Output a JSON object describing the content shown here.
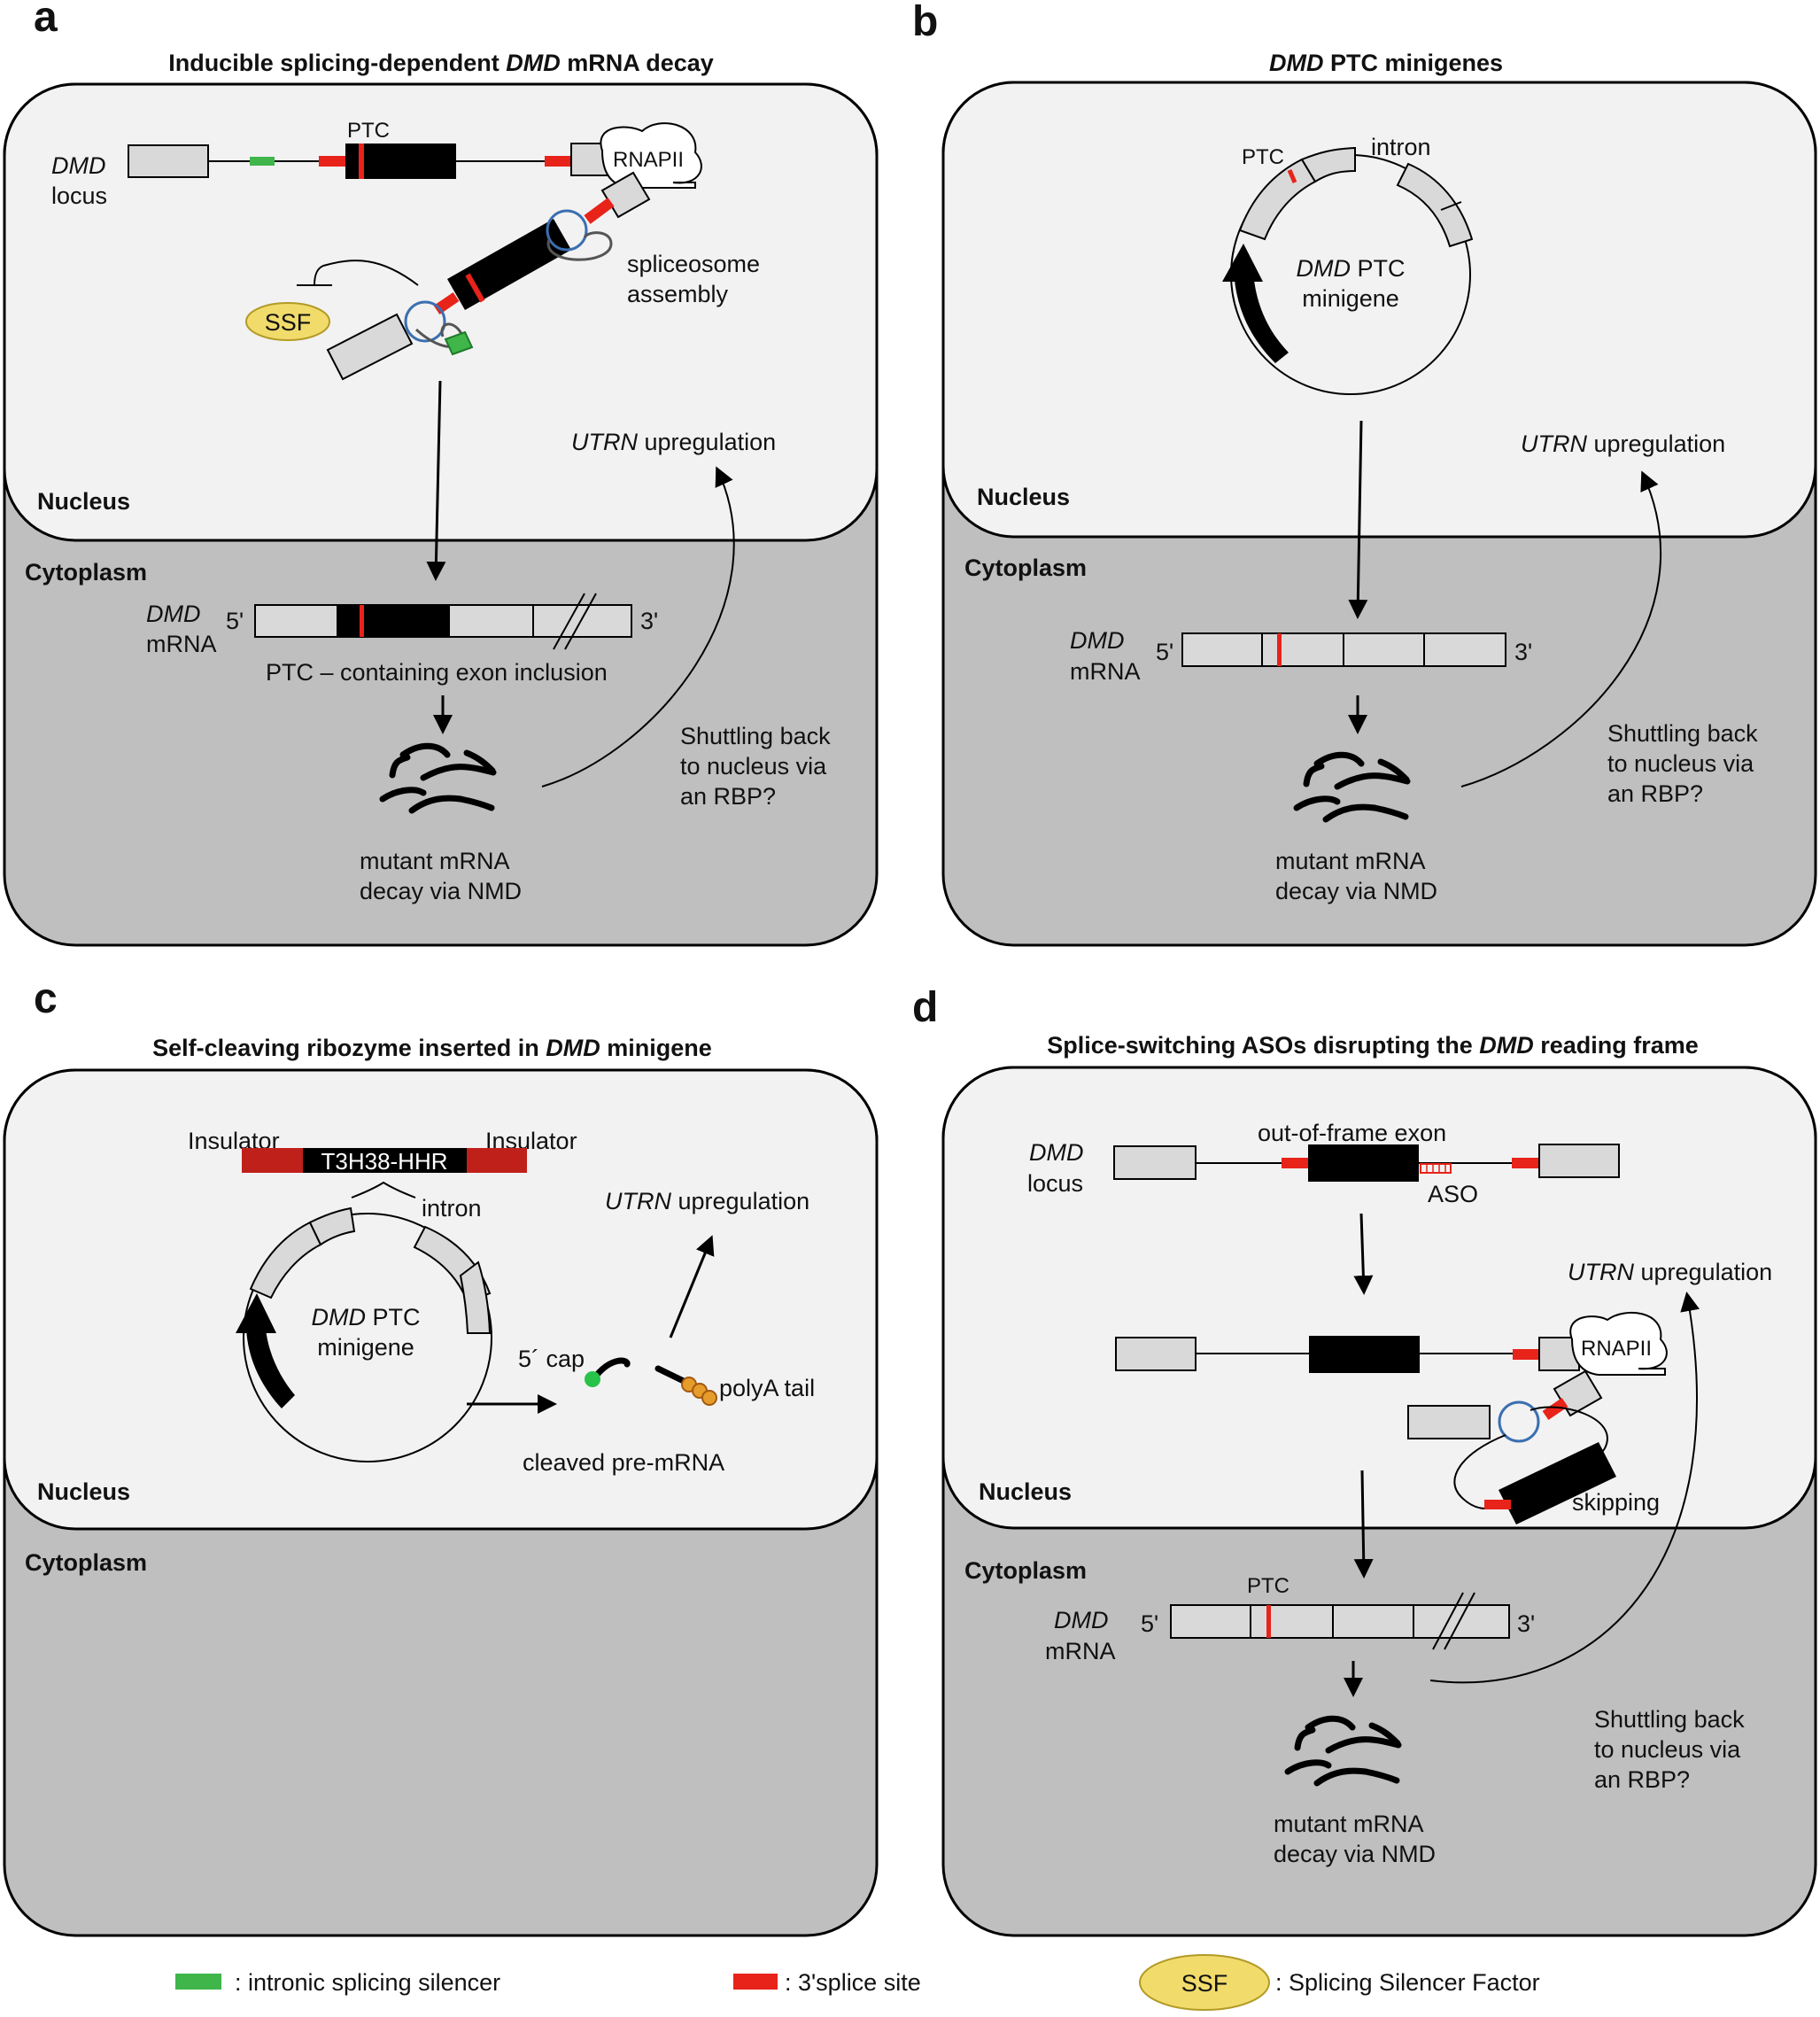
{
  "legend": {
    "silencer": ": intronic splicing silencer",
    "splice_site": ": 3'splice site",
    "ssf_abbr": "SSF",
    "ssf": ": Splicing Silencer Factor"
  },
  "colors": {
    "nucleus": "#f2f2f2",
    "cytoplasm": "#bfbfbf",
    "exon": "#d9d9d9",
    "ptc": "#e8231a",
    "silencer": "#3fb54a",
    "ssf": "#f1dc6b",
    "insulator": "#c0201a",
    "ribozyme": "#000000",
    "cap": "#29c24a",
    "polya": "#e59c2a"
  },
  "panels": {
    "a": {
      "letter": "a",
      "title_pre": "Inducible splicing-dependent ",
      "title_em": "DMD",
      "title_post": " mRNA decay",
      "nucleus": "Nucleus",
      "cytoplasm": "Cytoplasm",
      "locus_em": "DMD",
      "locus": "locus",
      "ptc": "PTC",
      "rnapii": "RNAPII",
      "spliceosome_1": "spliceosome",
      "spliceosome_2": "assembly",
      "ssf": "SSF",
      "utrn_em": "UTRN",
      "utrn": " upregulation",
      "mrna_em": "DMD",
      "mrna": "mRNA",
      "five": "5'",
      "three": "3'",
      "inclusion": "PTC – containing exon inclusion",
      "shuttle_1": "Shuttling back",
      "shuttle_2": "to nucleus via",
      "shuttle_3": "an RBP?",
      "decay_1": "mutant mRNA",
      "decay_2": "decay via NMD"
    },
    "b": {
      "letter": "b",
      "title_em": "DMD",
      "title_post": " PTC minigenes",
      "nucleus": "Nucleus",
      "cytoplasm": "Cytoplasm",
      "ptc": "PTC",
      "intron": "intron",
      "minigene_em": "DMD",
      "minigene_1": " PTC",
      "minigene_2": "minigene",
      "utrn_em": "UTRN",
      "utrn": " upregulation",
      "mrna_em": "DMD",
      "mrna": "mRNA",
      "five": "5'",
      "three": "3'",
      "shuttle_1": "Shuttling back",
      "shuttle_2": "to nucleus via",
      "shuttle_3": "an RBP?",
      "decay_1": "mutant mRNA",
      "decay_2": "decay via NMD"
    },
    "c": {
      "letter": "c",
      "title_pre": "Self-cleaving ribozyme inserted in ",
      "title_em": "DMD",
      "title_post": " minigene",
      "nucleus": "Nucleus",
      "cytoplasm": "Cytoplasm",
      "insulator_left": "Insulator",
      "insulator_right": "Insulator",
      "ribozyme": "T3H38-HHR",
      "intron": "intron",
      "minigene_em": "DMD",
      "minigene_1": " PTC",
      "minigene_2": "minigene",
      "utrn_em": "UTRN",
      "utrn": " upregulation",
      "cap": "5´ cap",
      "polya": "polyA tail",
      "cleaved": "cleaved pre-mRNA"
    },
    "d": {
      "letter": "d",
      "title_pre": "Splice-switching ASOs disrupting the ",
      "title_em": "DMD",
      "title_post": " reading frame",
      "nucleus": "Nucleus",
      "cytoplasm": "Cytoplasm",
      "locus_em": "DMD",
      "locus": "locus",
      "oof_exon": "out-of-frame exon",
      "aso": "ASO",
      "utrn_em": "UTRN",
      "utrn": " upregulation",
      "rnapii": "RNAPII",
      "skipping": "skipping",
      "ptc": "PTC",
      "mrna_em": "DMD",
      "mrna": "mRNA",
      "five": "5'",
      "three": "3'",
      "shuttle_1": "Shuttling back",
      "shuttle_2": "to nucleus via",
      "shuttle_3": "an RBP?",
      "decay_1": "mutant mRNA",
      "decay_2": "decay via NMD"
    }
  }
}
